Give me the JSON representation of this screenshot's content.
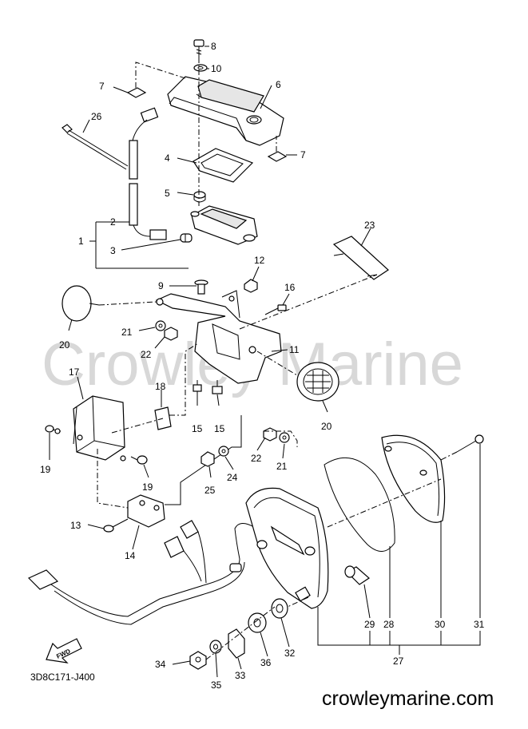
{
  "watermark": "Crowley Marine",
  "drawing_code": "3D8C171-J400",
  "site": "crowleymarine.com",
  "fwd_label": "FWD",
  "callouts": {
    "c1": "1",
    "c2": "2",
    "c3": "3",
    "c4": "4",
    "c5": "5",
    "c6": "6",
    "c7a": "7",
    "c7b": "7",
    "c8": "8",
    "c9": "9",
    "c10": "10",
    "c11": "11",
    "c12": "12",
    "c13": "13",
    "c14": "14",
    "c15a": "15",
    "c15b": "15",
    "c16": "16",
    "c17": "17",
    "c18": "18",
    "c19a": "19",
    "c19b": "19",
    "c20a": "20",
    "c20b": "20",
    "c21a": "21",
    "c21b": "21",
    "c22a": "22",
    "c22b": "22",
    "c23": "23",
    "c24": "24",
    "c25": "25",
    "c26": "26",
    "c27": "27",
    "c28": "28",
    "c29": "29",
    "c30": "30",
    "c31": "31",
    "c32": "32",
    "c33": "33",
    "c34": "34",
    "c35": "35",
    "c36": "36"
  }
}
